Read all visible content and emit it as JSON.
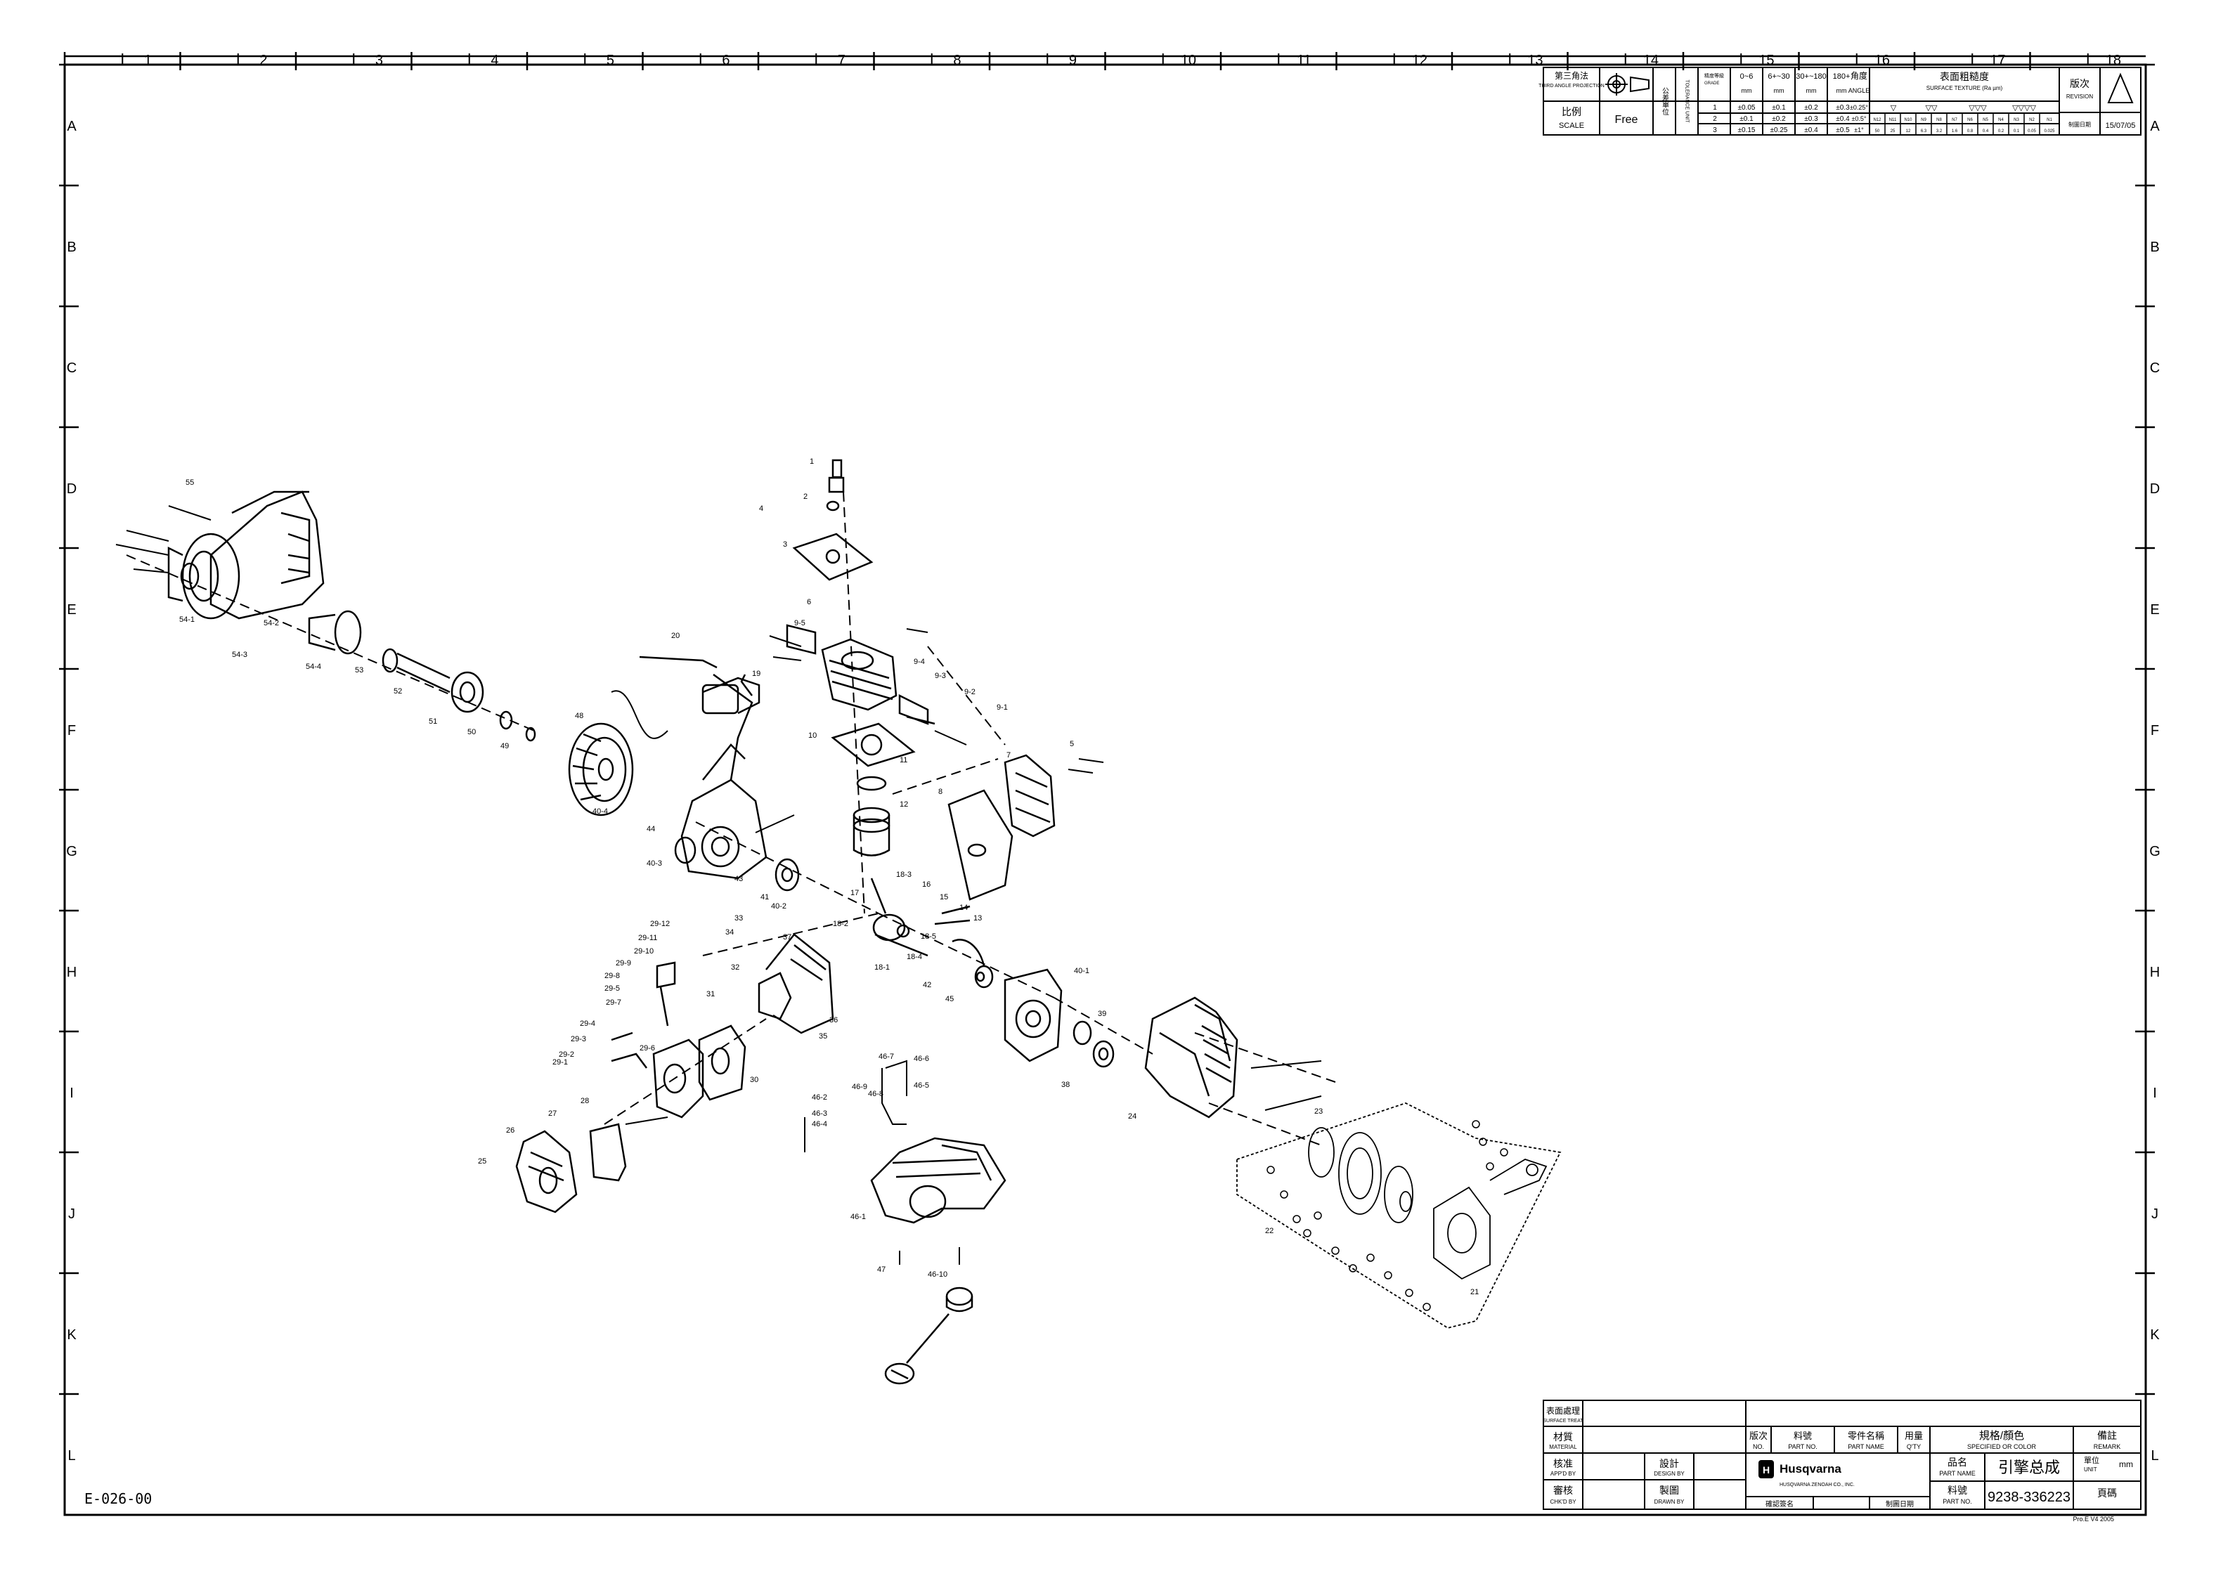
{
  "drawing": {
    "drawing_number": "E-026-00",
    "zone_columns": [
      "1",
      "2",
      "3",
      "4",
      "5",
      "6",
      "7",
      "8",
      "9",
      "10",
      "11",
      "12",
      "13",
      "14",
      "15",
      "16",
      "17",
      "18"
    ],
    "zone_rows": [
      "A",
      "B",
      "C",
      "D",
      "E",
      "F",
      "G",
      "H",
      "I",
      "J",
      "K",
      "L"
    ]
  },
  "top_block": {
    "projection_label": "第三角法",
    "projection_label_en": "THIRD ANGLE PROJECTION",
    "scale_label": "比例",
    "scale_label_en": "SCALE",
    "scale_value": "Free",
    "tolerance_label": "公差單位",
    "tolerance_label_en": "TOLERANCE UNIT",
    "grade_label": "精度等級",
    "grade_label_en": "GRADE",
    "size_headers": [
      "0~6",
      "6+~30",
      "30+~180",
      "180+",
      "角度"
    ],
    "size_units": [
      "mm",
      "mm",
      "mm",
      "mm",
      "ANGLE"
    ],
    "tolerance_rows": [
      [
        "1",
        "±0.05",
        "±0.1",
        "±0.2",
        "±0.3",
        "±0.25°"
      ],
      [
        "2",
        "±0.1",
        "±0.2",
        "±0.3",
        "±0.4",
        "±0.5°"
      ],
      [
        "3",
        "±0.15",
        "±0.25",
        "±0.4",
        "±0.5",
        "±1°"
      ]
    ],
    "texture_title": "表面粗糙度",
    "texture_title_en": "SURFACE TEXTURE (Ra µm)",
    "texture_symbols": [
      "▽",
      "▽▽",
      "▽▽▽",
      "▽▽▽▽"
    ],
    "texture_grades": [
      "N12",
      "N11",
      "N10",
      "N9",
      "N8",
      "N7",
      "N6",
      "N5",
      "N4",
      "N3",
      "N2",
      "N1"
    ],
    "texture_values": [
      "50",
      "25",
      "12",
      "6.3",
      "3.2",
      "1.6",
      "0.8",
      "0.4",
      "0.2",
      "0.1",
      "0.05",
      "0.025"
    ],
    "revision_label": "版次",
    "revision_label_en": "REVISION",
    "revision_date_label": "制圖日期",
    "revision_date": "15/07/05"
  },
  "title_block": {
    "surface_label": "表面處理",
    "surface_label_en": "SURFACE TREAT",
    "material_label": "材質",
    "material_label_en": "MATERIAL",
    "approved_label": "核准",
    "approved_label_en": "APP'D BY",
    "checked_label": "審核",
    "checked_label_en": "CHK'D BY",
    "design_label": "設計",
    "design_label_en": "DESIGN BY",
    "drawn_label": "製圖",
    "drawn_label_en": "DRAWN BY",
    "no_label": "版次",
    "no_label_en": "NO.",
    "partno_label": "料號",
    "partno_label_en": "PART NO.",
    "partname_label": "零件名稱",
    "partname_label_en": "PART NAME",
    "qty_label": "用量",
    "qty_label_en": "Q'TY",
    "spec_label": "規格/顏色",
    "spec_label_en": "SPECIFIED OR COLOR",
    "remark_label": "備註",
    "remark_label_en": "REMARK",
    "company": "Husqvarna",
    "company_sub": "HUSQVARNA ZENOAH CO., INC.",
    "name_label": "品名",
    "name_label_en": "PART NAME",
    "name_value": "引擎总成",
    "unit_label": "單位",
    "unit_label_en": "UNIT",
    "unit_value": "mm",
    "page_label": "頁碼",
    "number_label": "料號",
    "number_label_en": "PART NO.",
    "number_value": "9238-336223",
    "bottom_left_label": "確認簽名",
    "bottom_mid_label": "制圖日期",
    "footer_note": "Pro.E V4 2005"
  },
  "callouts": {
    "c1": "1",
    "c2": "2",
    "c3": "3",
    "c4": "4",
    "c5": "5",
    "c6": "6",
    "c7": "7",
    "c8": "8",
    "c9_1": "9-1",
    "c9_2": "9-2",
    "c9_3": "9-3",
    "c9_4": "9-4",
    "c9_5": "9-5",
    "c10": "10",
    "c11": "11",
    "c12": "12",
    "c13": "13",
    "c14": "14",
    "c15": "15",
    "c16": "16",
    "c17": "17",
    "c18_1": "18-1",
    "c18_2": "18-2",
    "c18_3": "18-3",
    "c18_4": "18-4",
    "c18_5": "18-5",
    "c19": "19",
    "c20": "20",
    "c21": "21",
    "c22": "22",
    "c23": "23",
    "c24": "24",
    "c25": "25",
    "c26": "26",
    "c27": "27",
    "c28": "28",
    "c29_1": "29-1",
    "c29_2": "29-2",
    "c29_3": "29-3",
    "c29_4": "29-4",
    "c29_5": "29-5",
    "c29_6": "29-6",
    "c29_7": "29-7",
    "c29_8": "29-8",
    "c29_9": "29-9",
    "c29_10": "29-10",
    "c29_11": "29-11",
    "c29_12": "29-12",
    "c30": "30",
    "c31": "31",
    "c32": "32",
    "c33": "33",
    "c34": "34",
    "c35": "35",
    "c36": "36",
    "c37": "37",
    "c38": "38",
    "c39": "39",
    "c40_1": "40-1",
    "c40_2": "40-2",
    "c40_3": "40-3",
    "c40_4": "40-4",
    "c41": "41",
    "c42": "42",
    "c43": "43",
    "c44": "44",
    "c45": "45",
    "c46_1": "46-1",
    "c46_2": "46-2",
    "c46_3": "46-3",
    "c46_4": "46-4",
    "c46_5": "46-5",
    "c46_6": "46-6",
    "c46_7": "46-7",
    "c46_8": "46-8",
    "c46_9": "46-9",
    "c46_10": "46-10",
    "c47": "47",
    "c48": "48",
    "c49": "49",
    "c50": "50",
    "c51": "51",
    "c52": "52",
    "c53": "53",
    "c54_1": "54-1",
    "c54_2": "54-2",
    "c54_3": "54-3",
    "c54_4": "54-4",
    "c55": "55"
  }
}
